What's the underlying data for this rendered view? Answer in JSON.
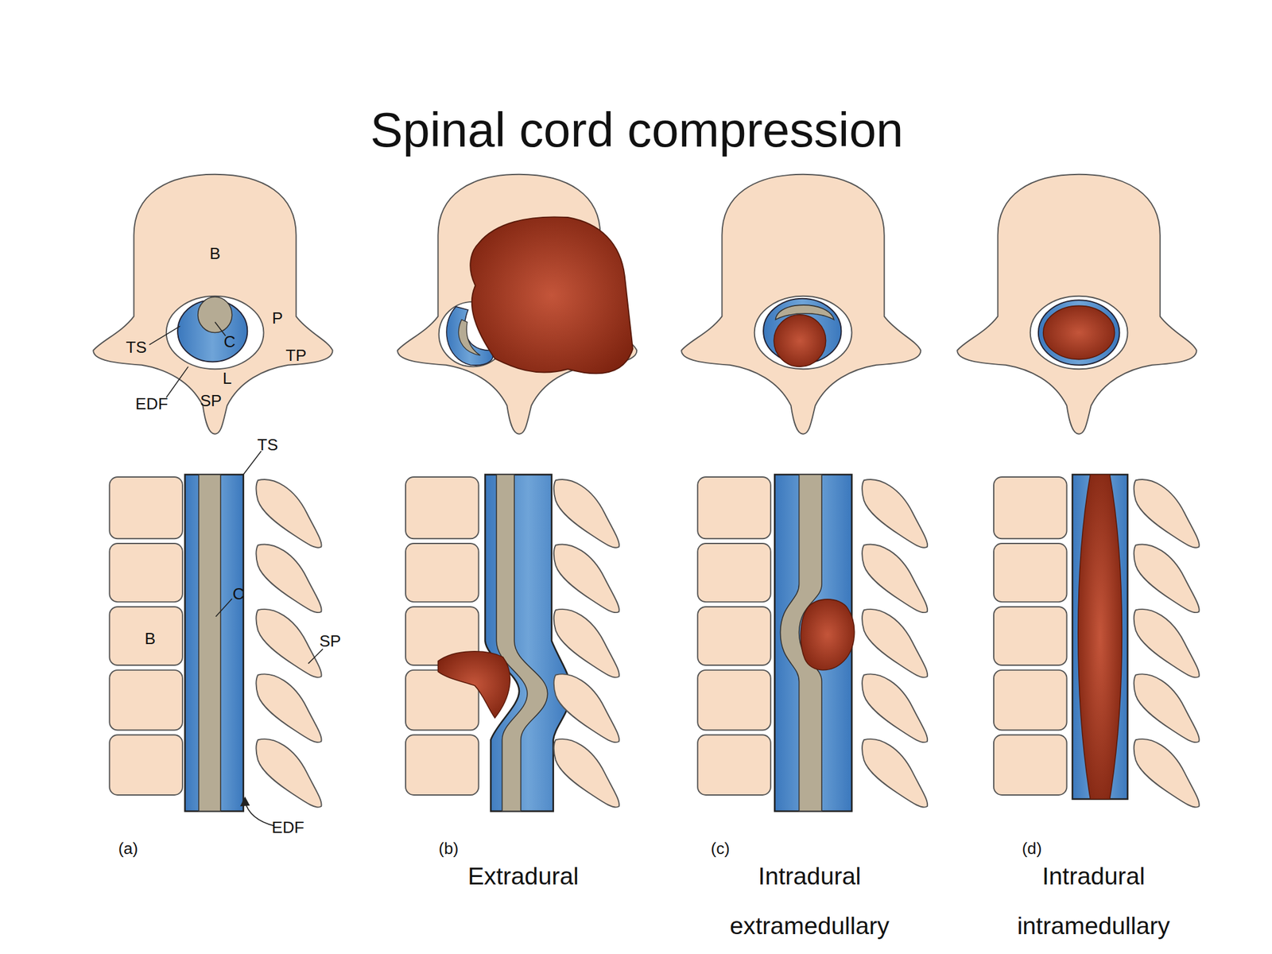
{
  "diagram": {
    "title": "Spinal cord compression",
    "labels": [
      "B",
      "P",
      "TS",
      "C",
      "TP",
      "L",
      "EDF",
      "SP",
      "TS",
      "C",
      "B",
      "SP",
      "EDF",
      "(a)",
      "(b)",
      "Extradural",
      "(c)",
      "Intradural extramedullary",
      "(d)",
      "Intradural intramedullary"
    ]
  }
}
